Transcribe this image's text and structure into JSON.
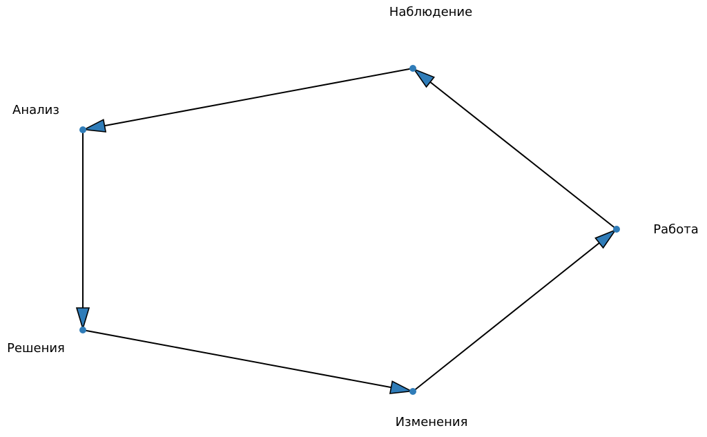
{
  "diagram": {
    "type": "cycle",
    "node_color": "#2f7cb8",
    "arrow_color": "#2f7cb8",
    "line_color": "#000000",
    "nodes": [
      {
        "id": "observation",
        "label": "Наблюдение"
      },
      {
        "id": "analysis",
        "label": "Анализ"
      },
      {
        "id": "decisions",
        "label": "Решения"
      },
      {
        "id": "changes",
        "label": "Изменения"
      },
      {
        "id": "work",
        "label": "Работа"
      }
    ],
    "edges": [
      {
        "from": "observation",
        "to": "analysis"
      },
      {
        "from": "analysis",
        "to": "decisions"
      },
      {
        "from": "decisions",
        "to": "changes"
      },
      {
        "from": "changes",
        "to": "work"
      },
      {
        "from": "work",
        "to": "observation"
      }
    ]
  }
}
